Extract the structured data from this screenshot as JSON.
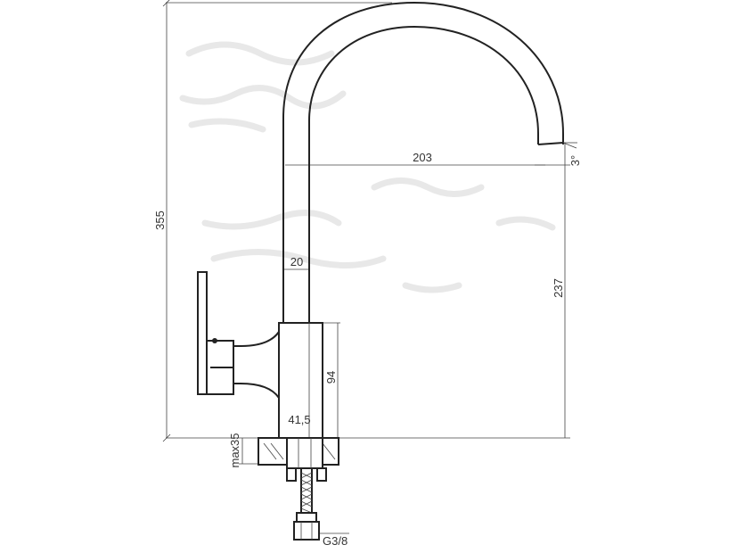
{
  "diagram": {
    "dimensions": {
      "total_height": "355",
      "spout_reach": "203",
      "outlet_height": "237",
      "spout_diameter": "20",
      "body_height": "94",
      "body_diameter": "41,5",
      "max_mount_thickness": "max35",
      "connection_thread": "G3/8"
    },
    "outlet_angle_label": "3°"
  }
}
